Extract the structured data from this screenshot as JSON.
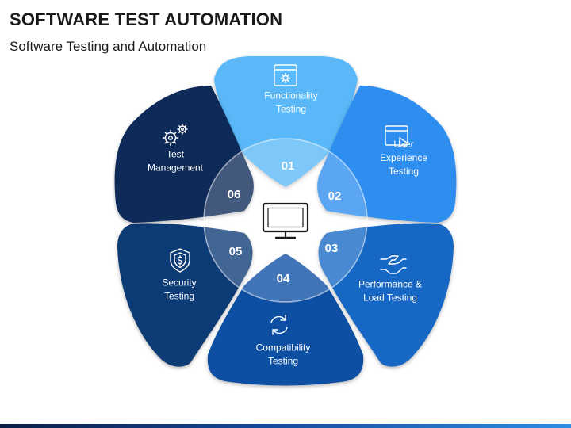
{
  "title": "SOFTWARE TEST AUTOMATION",
  "subtitle": "Software Testing and Automation",
  "segments": [
    {
      "number": "01",
      "lines": [
        "Functionality",
        "Testing"
      ],
      "icon": "gear-window-icon",
      "color": "#5ab8f8"
    },
    {
      "number": "02",
      "lines": [
        "User",
        "Experience",
        "Testing"
      ],
      "icon": "cursor-window-icon",
      "color": "#2f8ef0"
    },
    {
      "number": "03",
      "lines": [
        "Performance &",
        "Load Testing"
      ],
      "icon": "handshake-icon",
      "color": "#1568c4"
    },
    {
      "number": "04",
      "lines": [
        "Compatibility",
        "Testing"
      ],
      "icon": "refresh-icon",
      "color": "#0f4fa3"
    },
    {
      "number": "05",
      "lines": [
        "Security",
        "Testing"
      ],
      "icon": "shield-dollar-icon",
      "color": "#0d3b74"
    },
    {
      "number": "06",
      "lines": [
        "Test",
        "Management"
      ],
      "icon": "gears-icon",
      "color": "#0a2b58"
    }
  ],
  "center_icon": "monitor-icon"
}
